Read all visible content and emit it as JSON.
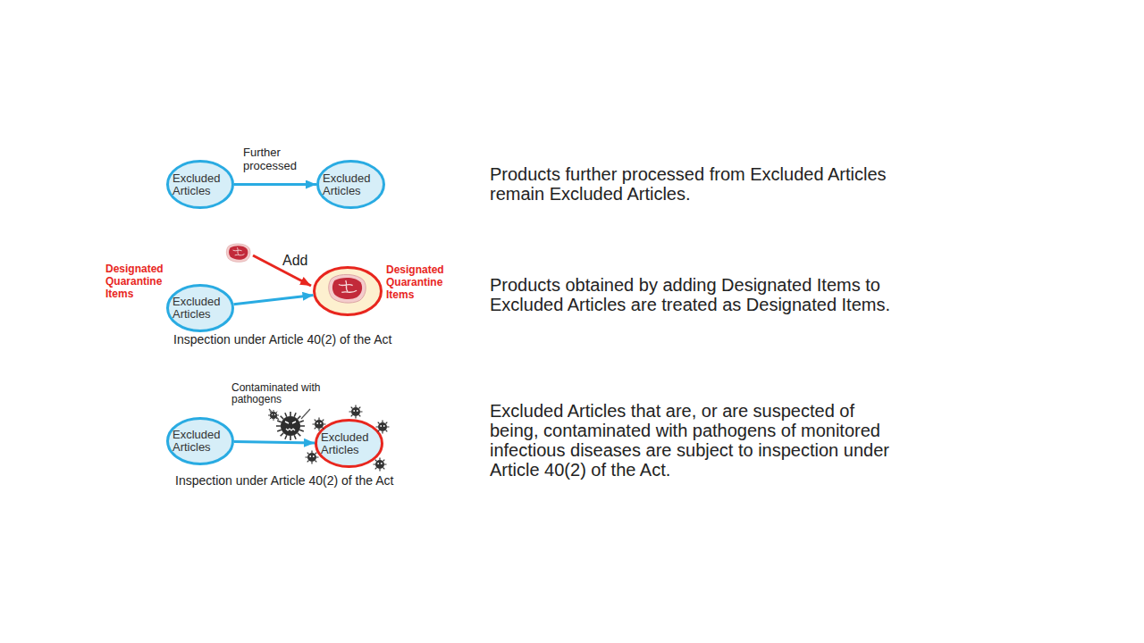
{
  "diagram": {
    "nodes": [
      {
        "text": [
          "Excluded Articles"
        ]
      },
      {
        "text": [
          "Excluded Articles"
        ]
      },
      {
        "text": [
          "Excluded Articles",
          "Designated Quarantine Items"
        ]
      },
      {
        "text": [
          "Designated Quarantine Items"
        ]
      },
      {
        "text": [
          "Excluded Articles"
        ]
      },
      {
        "text": [
          "Excluded Articles"
        ]
      }
    ],
    "edges": [
      {
        "from": 0,
        "to": 1,
        "label": "Further processed",
        "arrow": "to"
      },
      {
        "from": 2,
        "to": 3,
        "arrow": "to"
      },
      {
        "from": 4,
        "to": 5,
        "label": "Contaminated with pathogens",
        "arrow": "to"
      }
    ],
    "labels": [
      "Add",
      "Inspection under Article 40(2) of the Act",
      "Inspection under Article 40(2) of the Act",
      "Products further processed from Excluded Articles remain Excluded Articles.",
      "Products obtained by adding Designated Items to Excluded Articles are treated as Designated Items.",
      "Excluded Articles that are, or are suspected of being, contaminated with pathogens of monitored infectious diseases are subject to inspection under Article 40(2) of the Act."
    ]
  }
}
